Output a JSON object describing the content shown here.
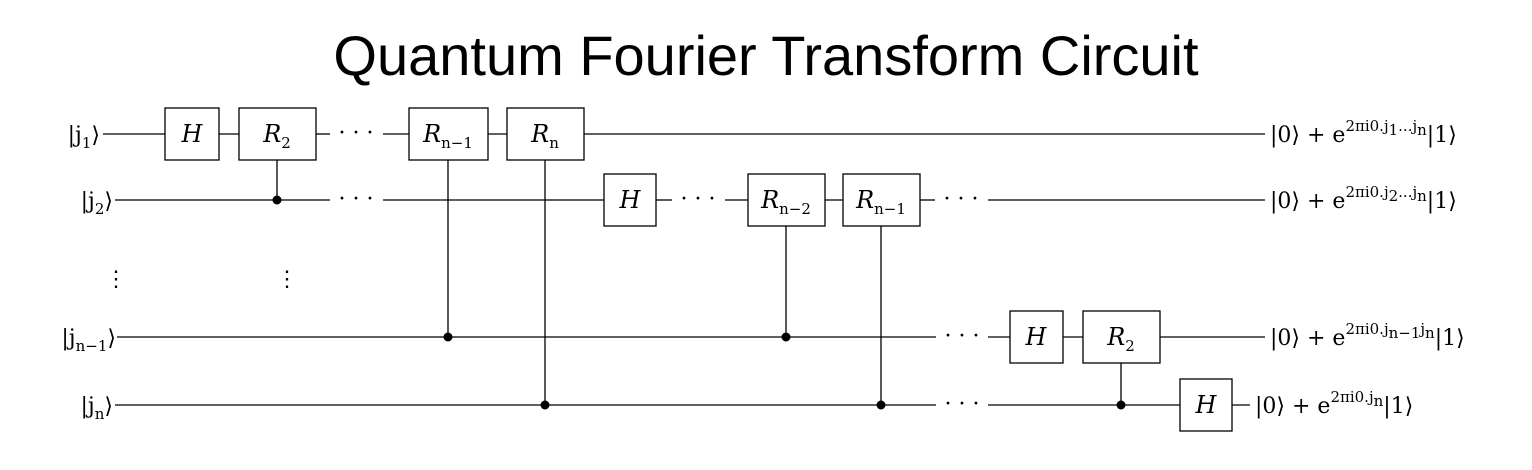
{
  "title": "Quantum Fourier Transform Circuit",
  "qubits": [
    {
      "name": "j1",
      "input_label": [
        "|j",
        "1",
        "⟩"
      ],
      "output_label": {
        "main": "|0⟩ + e",
        "exp": "2πi0.j",
        "exp_sub": "1",
        "exp_rest": "...j",
        "exp_sub2": "n",
        "tail": "|1⟩"
      }
    },
    {
      "name": "j2",
      "input_label": [
        "|j",
        "2",
        "⟩"
      ],
      "output_label": {
        "main": "|0⟩ + e",
        "exp": "2πi0.j",
        "exp_sub": "2",
        "exp_rest": "...j",
        "exp_sub2": "n",
        "tail": "|1⟩"
      }
    },
    {
      "name": "jn-1",
      "input_label": [
        "|j",
        "n−1",
        "⟩"
      ],
      "output_label": {
        "main": "|0⟩ + e",
        "exp": "2πi0.j",
        "exp_sub": "n−1",
        "exp_rest": "j",
        "exp_sub2": "n",
        "tail": "|1⟩"
      }
    },
    {
      "name": "jn",
      "input_label": [
        "|j",
        "n",
        "⟩"
      ],
      "output_label": {
        "main": "|0⟩ + e",
        "exp": "2πi0.j",
        "exp_sub": "n",
        "exp_rest": "",
        "exp_sub2": "",
        "tail": "|1⟩"
      }
    }
  ],
  "gates": [
    {
      "id": "g1",
      "base": "H",
      "sub": ""
    },
    {
      "id": "g2",
      "base": "R",
      "sub": "2"
    },
    {
      "id": "g3",
      "base": "R",
      "sub": "n−1"
    },
    {
      "id": "g4",
      "base": "R",
      "sub": "n"
    },
    {
      "id": "g5",
      "base": "H",
      "sub": ""
    },
    {
      "id": "g6",
      "base": "R",
      "sub": "n−2"
    },
    {
      "id": "g7",
      "base": "R",
      "sub": "n−1"
    },
    {
      "id": "g8",
      "base": "H",
      "sub": ""
    },
    {
      "id": "g9",
      "base": "R",
      "sub": "2"
    },
    {
      "id": "g10",
      "base": "H",
      "sub": ""
    }
  ],
  "ellipsis": {
    "horizontal": "· · ·",
    "vertical": "⋮"
  }
}
